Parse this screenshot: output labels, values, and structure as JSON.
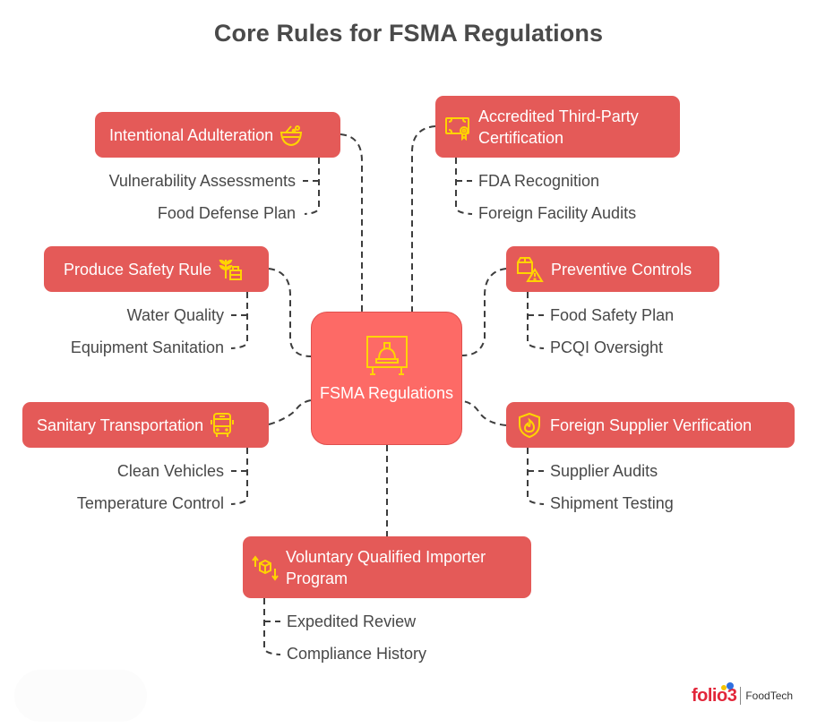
{
  "title": "Core Rules for FSMA Regulations",
  "colors": {
    "node_fill": "#e45a58",
    "center_fill": "#fd6a66",
    "icon": "#ffd400",
    "text_dark": "#484848",
    "connector": "#3d3d3d"
  },
  "center": {
    "label": "FSMA Regulations",
    "icon": "hardhat-sign-icon"
  },
  "branches": [
    {
      "id": "intentional-adulteration",
      "label": "Intentional Adulteration",
      "icon": "cauldron-icon",
      "items": [
        "Vulnerability Assessments",
        "Food Defense Plan"
      ]
    },
    {
      "id": "accredited-third-party-certification",
      "label": "Accredited Third-Party Certification",
      "icon": "certificate-icon",
      "items": [
        "FDA Recognition",
        "Foreign Facility Audits"
      ]
    },
    {
      "id": "produce-safety-rule",
      "label": "Produce Safety Rule",
      "icon": "wheat-crate-icon",
      "items": [
        "Water Quality",
        "Equipment Sanitation"
      ]
    },
    {
      "id": "preventive-controls",
      "label": "Preventive Controls",
      "icon": "box-warning-icon",
      "items": [
        "Food Safety Plan",
        "PCQI Oversight"
      ]
    },
    {
      "id": "sanitary-transportation",
      "label": "Sanitary Transportation",
      "icon": "bus-icon",
      "items": [
        "Clean Vehicles",
        "Temperature Control"
      ]
    },
    {
      "id": "foreign-supplier-verification",
      "label": "Foreign Supplier Verification",
      "icon": "shield-flame-icon",
      "items": [
        "Supplier Audits",
        "Shipment Testing"
      ]
    },
    {
      "id": "voluntary-qualified-importer-program",
      "label": "Voluntary Qualified Importer Program",
      "icon": "box-arrows-icon",
      "items": [
        "Expedited Review",
        "Compliance History"
      ]
    }
  ],
  "brand": {
    "name": "folio3",
    "product": "FoodTech"
  }
}
